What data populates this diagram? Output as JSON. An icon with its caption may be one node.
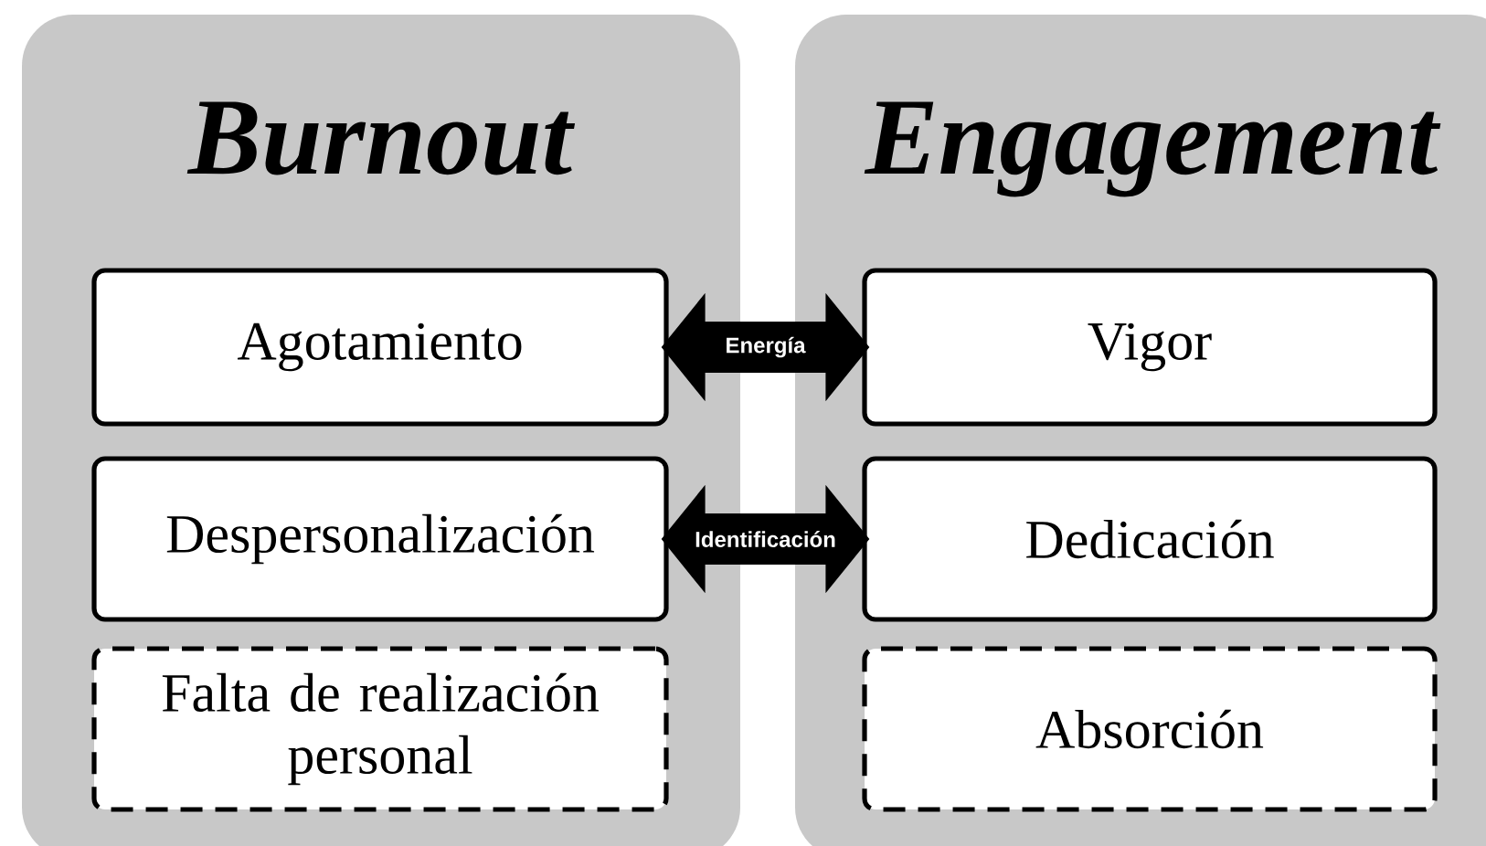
{
  "diagram": {
    "nodes": [
      {
        "text": [
          "Burnout"
        ]
      },
      {
        "text": [
          "Agotamiento"
        ],
        "in": 0
      },
      {
        "text": [
          "Despersonalización"
        ],
        "in": 0
      },
      {
        "text": [
          "Falta de realización personal"
        ],
        "in": 0
      },
      {
        "text": [
          "Engagement"
        ]
      },
      {
        "text": [
          "Vigor"
        ],
        "in": 4
      },
      {
        "text": [
          "Dedicación"
        ],
        "in": 4
      },
      {
        "text": [
          "Absorción"
        ],
        "in": 4
      }
    ],
    "edges": [
      {
        "from": 1,
        "to": 5,
        "arrow": "both",
        "label": "Energía"
      },
      {
        "from": 2,
        "to": 6,
        "arrow": "both",
        "label": "Identificación"
      }
    ]
  }
}
